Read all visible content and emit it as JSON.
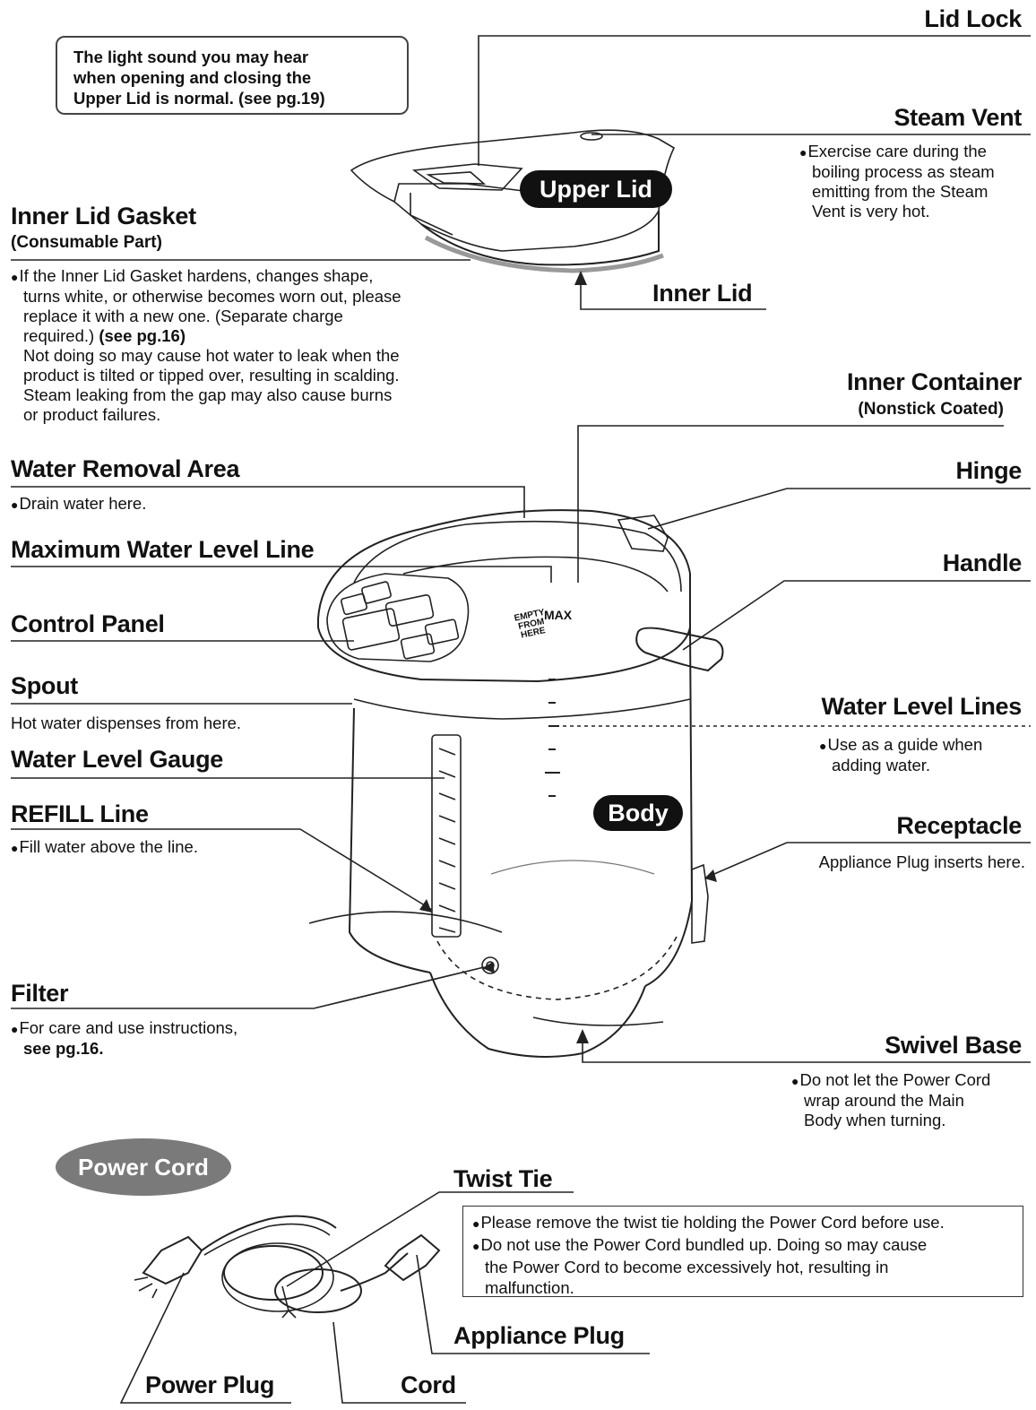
{
  "note": {
    "line1": "The light sound you may hear",
    "line2": "when opening and closing the",
    "line3": "Upper Lid is normal. (see pg.19)"
  },
  "lid_lock": {
    "title": "Lid Lock"
  },
  "steam_vent": {
    "title": "Steam Vent",
    "lines": [
      "Exercise care during the",
      "boiling process as steam",
      "emitting from the Steam",
      "Vent is very hot."
    ]
  },
  "upper_lid": {
    "label": "Upper Lid"
  },
  "inner_lid": {
    "title": "Inner Lid"
  },
  "inner_lid_gasket": {
    "title": "Inner Lid Gasket",
    "subtitle": "(Consumable Part)",
    "lines": [
      "If the Inner Lid Gasket hardens, changes shape,",
      "turns white, or otherwise becomes worn out, please",
      "replace it with a new one. (Separate charge",
      "required.)",
      "(see pg.16)",
      "Not doing so may cause hot water to leak when the",
      "product is tilted or tipped over, resulting in scalding.",
      "Steam leaking from the gap may also cause burns",
      "or product failures."
    ]
  },
  "inner_container": {
    "title": "Inner Container",
    "subtitle": "(Nonstick Coated)"
  },
  "water_removal": {
    "title": "Water Removal Area",
    "desc": "Drain water here."
  },
  "hinge": {
    "title": "Hinge"
  },
  "max_line": {
    "title": "Maximum Water Level Line"
  },
  "handle": {
    "title": "Handle"
  },
  "control_panel": {
    "title": "Control Panel"
  },
  "spout": {
    "title": "Spout",
    "desc": "Hot water dispenses from here."
  },
  "water_level_lines": {
    "title": "Water Level Lines",
    "lines": [
      "Use as a guide when",
      "adding water."
    ]
  },
  "water_level_gauge": {
    "title": "Water Level Gauge"
  },
  "refill": {
    "title": "REFILL Line",
    "desc": "Fill water above the line."
  },
  "body": {
    "label": "Body"
  },
  "receptacle": {
    "title": "Receptacle",
    "desc": "Appliance Plug inserts here."
  },
  "inner_marks": {
    "empty_1": "EMPTY",
    "empty_2": "FROM",
    "empty_3": "HERE",
    "max": "MAX"
  },
  "filter": {
    "title": "Filter",
    "line1": "For care and use instructions,",
    "line2": "see pg.16."
  },
  "swivel_base": {
    "title": "Swivel Base",
    "lines": [
      "Do not let the Power Cord",
      "wrap around the Main",
      "Body when turning."
    ]
  },
  "power_cord": {
    "label": "Power Cord"
  },
  "twist_tie": {
    "title": "Twist Tie",
    "bullet1": "Please remove the twist tie holding the Power Cord before use.",
    "bullet2_line1": "Do not use the Power Cord bundled up. Doing so may cause",
    "bullet2_line2": "the Power Cord to become excessively hot, resulting in",
    "bullet2_line3": "malfunction."
  },
  "appliance_plug": {
    "title": "Appliance Plug"
  },
  "power_plug": {
    "title": "Power Plug"
  },
  "cord": {
    "title": "Cord"
  }
}
